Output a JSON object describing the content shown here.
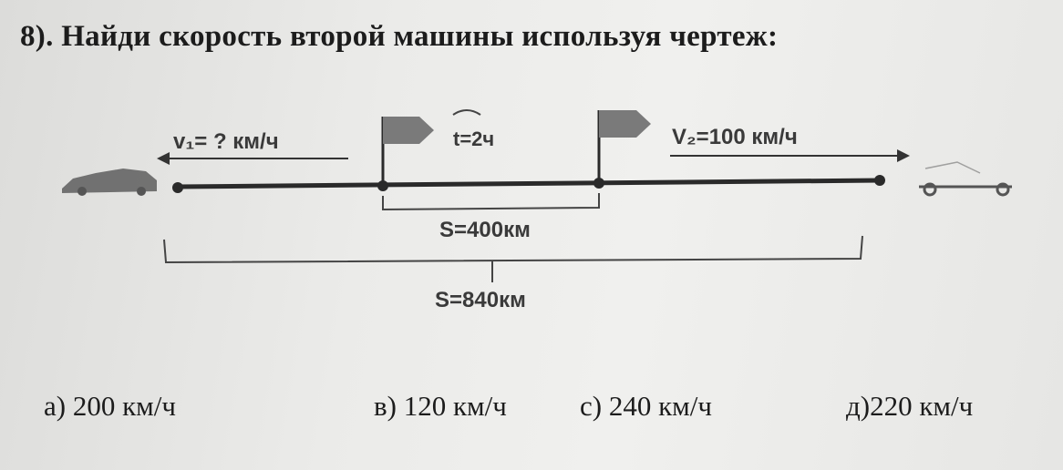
{
  "task": {
    "title": "8). Найди скорость второй машины используя чертеж:"
  },
  "diagram": {
    "v1_label": "v₁= ? км/ч",
    "time_label": "t=2ч",
    "v2_label": "V₂=100 км/ч",
    "inner_distance_label": "S=400км",
    "total_distance_label": "S=840км"
  },
  "answers": [
    {
      "label": "а) 200 км/ч"
    },
    {
      "label": "в) 120 км/ч"
    },
    {
      "label": "с) 240 км/ч"
    },
    {
      "label": "д)220 км/ч"
    }
  ]
}
